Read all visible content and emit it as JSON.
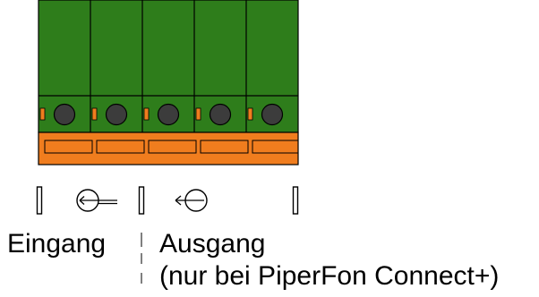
{
  "terminal_block": {
    "terminal_count": 5,
    "colors": {
      "body": "#2e7d1b",
      "body_stroke": "#000000",
      "screw": "#3c3c3c",
      "accent": "#f07d1e",
      "stroke": "#000000"
    }
  },
  "symbols": {
    "input_icon": "circle-arrow-left-with-bar",
    "output_icon": "arrow-left-into-circle"
  },
  "labels": {
    "input": "Eingang",
    "output": "Ausgang",
    "output_note": "(nur bei PiperFon Connect+)"
  }
}
